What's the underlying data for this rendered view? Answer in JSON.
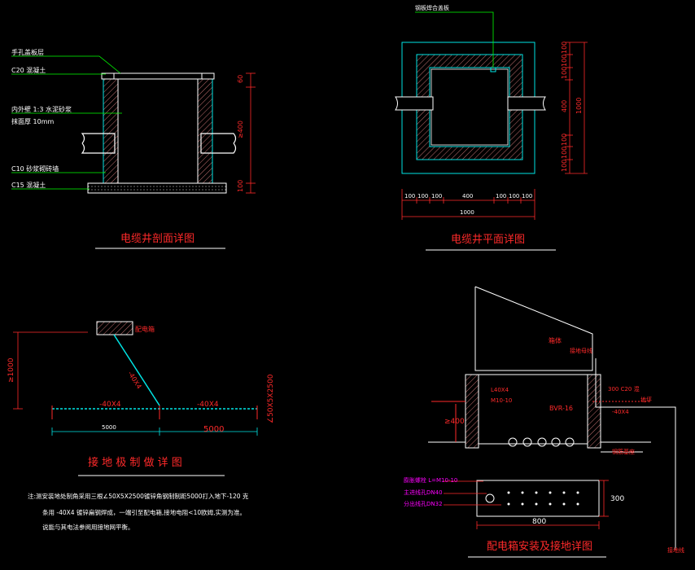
{
  "colors": {
    "background": "#000000",
    "cyan": "#00e5e5",
    "green": "#00ff00",
    "red": "#ff2a2a",
    "white": "#ffffff",
    "magenta": "#ff00ff",
    "yellow": "#ffff00",
    "hatch": "#d08080"
  },
  "section_view": {
    "title": "电缆井剖面详图",
    "labels": {
      "l1": "手孔盖板层",
      "l2": "C20 混凝土",
      "l3a": "内外壁 1:3 水泥砂浆",
      "l3b": "抹面厚 10mm",
      "l4": "C10 砂浆砌砖墙",
      "l5": "C15 混凝土"
    },
    "dims": {
      "d1": "60",
      "d2": "≥400",
      "d3": "100"
    }
  },
  "plan_view": {
    "title": "电缆井平面详图",
    "top_label": "钢板焊合盖板",
    "dims_right": [
      "100",
      "100",
      "100",
      "400",
      "100",
      "100",
      "100"
    ],
    "dim_right_total": "1000",
    "dims_bottom": [
      "100",
      "100",
      "100",
      "400",
      "100",
      "100",
      "100"
    ],
    "dim_bottom_total": "1000"
  },
  "grounding": {
    "title": "接 地 极 制 做 详 图",
    "label_box": "配电箱",
    "label_diag": "-40X4",
    "label_depth": "≥1000",
    "label_steel": "-40X4",
    "label_steel2": "-40X4",
    "label_angle": "∠50X5X2500",
    "dim_a": "5000",
    "dim_b": "5000",
    "notes": [
      "注:测安装地处制角采用三根∠50X5X2500镀锌角钢制制距5000打入地下-120 克",
      "条用 -40X4 镀锌扁钢焊成，一端引至配电箱,接地电阻<10欧姆,实测为准。",
      "说能与其电法参阅用接地网平衡。"
    ]
  },
  "dist_box": {
    "title": "配电箱安装及接地详图",
    "labels": {
      "box": "箱体",
      "ground_line": "接地母线",
      "l40": "L40X4",
      "m10": "M10-10",
      "bvr": "BVR-16",
      "conc": "300 C20 混",
      "ground": "地坪",
      "flat": "-40X4",
      "depth": "≥400",
      "steel": "钢筋基座",
      "ground_wire": "接地线"
    },
    "plate_labels": {
      "p1": "膨胀螺栓 L=M10-10",
      "p2": "主进线孔DN40",
      "p3": "分出线孔DN32"
    },
    "dim_h": "300",
    "dim_w": "800"
  }
}
